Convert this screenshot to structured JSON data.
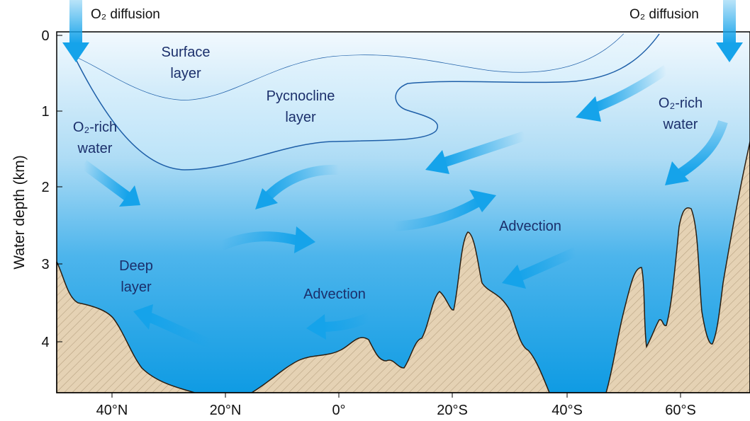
{
  "diagram": {
    "y_axis_label": "Water depth (km)",
    "y_ticks": [
      "0",
      "1",
      "2",
      "3",
      "4"
    ],
    "x_ticks": [
      "40°N",
      "20°N",
      "0°",
      "20°S",
      "40°S",
      "60°S"
    ],
    "labels": {
      "o2_diffusion_left": "O₂ diffusion",
      "o2_diffusion_right": "O₂ diffusion",
      "surface_layer_1": "Surface",
      "surface_layer_2": "layer",
      "pycnocline_1": "Pycnocline",
      "pycnocline_2": "layer",
      "o2_rich_left_1": "O₂-rich",
      "o2_rich_left_2": "water",
      "o2_rich_right_1": "O₂-rich",
      "o2_rich_right_2": "water",
      "deep_layer_1": "Deep",
      "deep_layer_2": "layer",
      "advection_1": "Advection",
      "advection_2": "Advection"
    },
    "colors": {
      "water_top": "#eef7fd",
      "water_mid": "#8fcbef",
      "water_deep": "#1aa0e4",
      "seafloor": "#e5d2b4",
      "line": "#1e5fa8",
      "arrow": "#15a3ea",
      "text": "#1b2f6b"
    }
  }
}
